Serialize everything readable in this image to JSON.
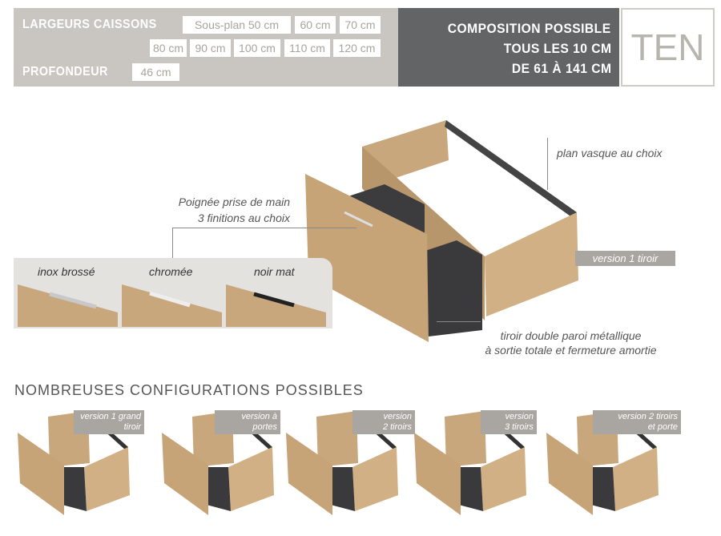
{
  "header": {
    "widths_label": "LARGEURS CAISSONS",
    "widths": [
      "Sous-plan 50 cm",
      "60 cm",
      "70 cm",
      "80 cm",
      "90 cm",
      "100 cm",
      "110 cm",
      "120 cm"
    ],
    "depth_label": "PROFONDEUR",
    "depth": "46 cm",
    "composition": [
      "COMPOSITION POSSIBLE",
      "TOUS LES 10 CM",
      "DE 61 À 141 CM"
    ],
    "model": "TEN"
  },
  "main": {
    "plan_note": "plan vasque au choix",
    "handle_note": [
      "Poignée prise de main",
      "3 finitions au choix"
    ],
    "handles": [
      "inox brossé",
      "chromée",
      "noir mat"
    ],
    "version_tag": "version 1 tiroir",
    "drawer_note": [
      "tiroir double paroi métallique",
      "à sortie totale et fermeture amortie"
    ]
  },
  "configs": {
    "title": "NOMBREUSES CONFIGURATIONS POSSIBLES",
    "items": [
      [
        "version 1 grand",
        "tiroir"
      ],
      [
        "version à",
        "portes"
      ],
      [
        "version",
        "2 tiroirs"
      ],
      [
        "version",
        "3 tiroirs"
      ],
      [
        "version 2 tiroirs",
        "et porte"
      ]
    ]
  },
  "colors": {
    "wood": "#c9a77c",
    "band_light": "#c9c6c1",
    "band_dark": "#636466",
    "tag": "#a9a5a0"
  }
}
